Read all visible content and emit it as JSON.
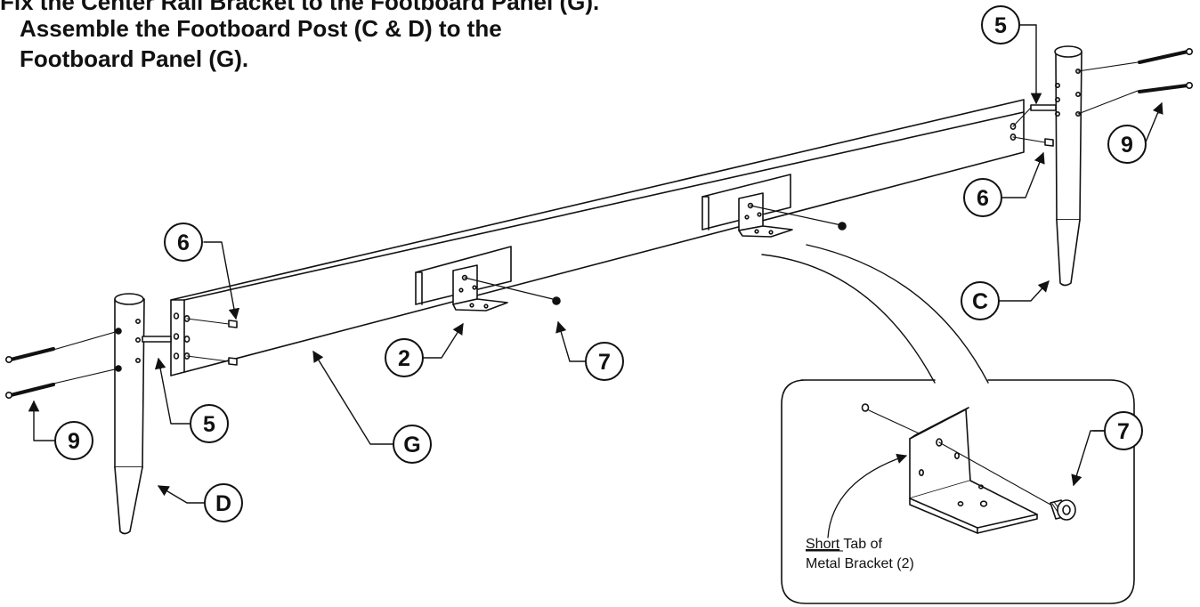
{
  "instructions": {
    "line0": "Fix the Center Rail Bracket to the Footboard Panel (G).",
    "line1": "Assemble the Footboard Post (C & D) to the",
    "line2": "Footboard Panel (G)."
  },
  "callouts": {
    "part_5_right": "5",
    "part_9_right": "9",
    "part_6_right": "6",
    "part_C": "C",
    "part_6_left": "6",
    "part_2": "2",
    "part_7_center": "7",
    "part_9_left": "9",
    "part_5_left": "5",
    "part_G": "G",
    "part_D": "D",
    "part_7_detail": "7"
  },
  "detail_note": {
    "underlined": "Short",
    "rest_line1": " Tab of",
    "line2": "Metal Bracket (2)"
  }
}
